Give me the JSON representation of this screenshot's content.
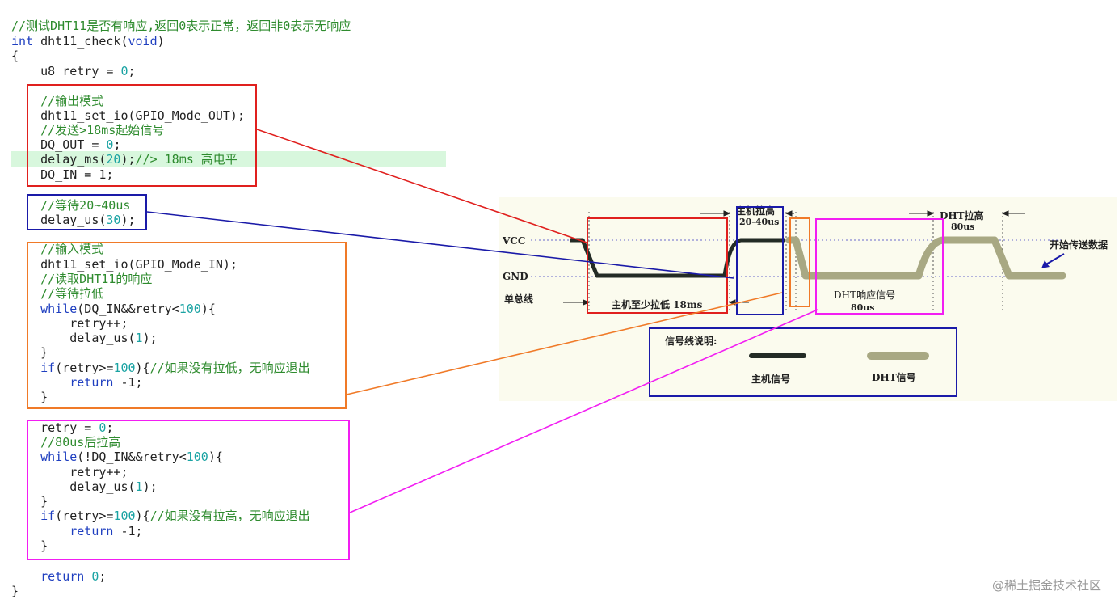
{
  "code": {
    "comment_header": "//测试DHT11是否有响应,返回0表示正常，返回非0表示无响应",
    "sig_kw": "int",
    "sig_name": " dht11_check(",
    "sig_void": "void",
    "sig_close": ")",
    "brace_open": "{",
    "retry_decl": "    u8 retry = ",
    "zero": "0",
    "semi": ";",
    "c_output_mode": "    //输出模式",
    "set_io_out": "    dht11_set_io(GPIO_Mode_OUT);",
    "c_send": "    //发送>18ms起始信号",
    "dq_out": "    DQ_OUT = ",
    "delay_ms_a": "    delay_ms(",
    "delay_ms_num": "20",
    "delay_ms_b": ");",
    "delay_ms_comment": "//> 18ms 高电平",
    "dq_in_1": "    DQ_IN = 1;",
    "c_wait": "    //等待20~40us",
    "delay_us_a": "    delay_us(",
    "delay_us_num": "30",
    "delay_us_b": ");",
    "c_input_mode": "    //输入模式",
    "set_io_in": "    dht11_set_io(GPIO_Mode_IN);",
    "c_read": "    //读取DHT11的响应",
    "c_wait_low": "    //等待拉低",
    "while_kw": "    while",
    "while1_cond": "(DQ_IN&&retry<",
    "hundred": "100",
    "while_close": "){",
    "retry_inc": "        retry++;",
    "delay1_a": "        delay_us(",
    "one": "1",
    "delay1_b": ");",
    "brace_close_in": "    }",
    "if_kw": "    if",
    "if_cond": "(retry>=",
    "if_close": "){",
    "if1_comment": "//如果没有拉低，无响应退出",
    "return_kw": "        return",
    "return_neg": " -1;",
    "retry_reset": "    retry = ",
    "c_80us": "    //80us后拉高",
    "while2_cond": "(!DQ_IN&&retry<",
    "if2_comment": "//如果没有拉高，无响应退出",
    "return_kw2": "    return",
    "return_zero_sp": " ",
    "brace_close": "}"
  },
  "diagram": {
    "vcc": "VCC",
    "gnd": "GND",
    "bus": "单总线",
    "host_pull_up": "主机拉高",
    "t_20_40": "20-40us",
    "dht_pull_up": "DHT拉高",
    "t_80_top": "80us",
    "start_data": "开始传送数据",
    "host_low": "主机至少拉低 18ms",
    "dht_response": "DHT响应信号",
    "t_80_bottom": "80us",
    "legend_title": "信号线说明:",
    "legend_host": "主机信号",
    "legend_dht": "DHT信号"
  },
  "colors": {
    "red": "#e0201e",
    "blue": "#1a1aa8",
    "orange": "#f07a28",
    "magenta": "#f21ef2",
    "host_signal": "#232b25",
    "dht_signal": "#a8a883"
  },
  "watermark": "@稀土掘金技术社区"
}
